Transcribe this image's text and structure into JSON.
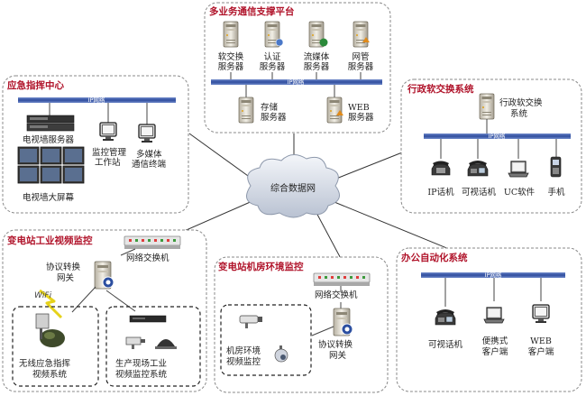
{
  "colors": {
    "title": "#b0132a",
    "bus": "#3a58a8",
    "cloud": "#d6dce6"
  },
  "center": {
    "label": "综合数据网"
  },
  "panels": {
    "platform": {
      "title": "多业务通信支撑平台",
      "bus": "IP网络",
      "servers": [
        {
          "line1": "软交换",
          "line2": "服务器",
          "icon": "server-icon"
        },
        {
          "line1": "认证",
          "line2": "服务器",
          "icon": "auth-server-icon"
        },
        {
          "line1": "流媒体",
          "line2": "服务器",
          "icon": "media-server-icon"
        },
        {
          "line1": "网管",
          "line2": "服务器",
          "icon": "nms-server-icon"
        },
        {
          "line1": "存储",
          "line2": "服务器",
          "icon": "storage-server-icon"
        },
        {
          "line1": "WEB",
          "line2": "服务器",
          "icon": "web-server-icon"
        }
      ]
    },
    "emergency": {
      "title": "应急指挥中心",
      "bus": "IP网络",
      "tvwall_server": "电视墙服务器",
      "tvwall_screen": "电视墙大屏幕",
      "monitor_ws": {
        "line1": "监控管理",
        "line2": "工作站"
      },
      "mm_terminal": {
        "line1": "多媒体",
        "line2": "通信终端"
      }
    },
    "admin": {
      "title": "行政软交换系统",
      "bus": "IP网络",
      "server": {
        "line1": "行政软交换",
        "line2": "系统"
      },
      "devices": [
        "IP话机",
        "可视话机",
        "UC软件",
        "手机"
      ]
    },
    "substation_video": {
      "title": "变电站工业视频监控",
      "switch": "网络交换机",
      "gateway": {
        "line1": "协议转换",
        "line2": "网关"
      },
      "wifi": "WiFi",
      "wireless": {
        "line1": "无线应急指挥",
        "line2": "视频系统"
      },
      "onsite": {
        "line1": "生产现场工业",
        "line2": "视频监控系统"
      }
    },
    "substation_env": {
      "title": "变电站机房环境监控",
      "switch": "网络交换机",
      "gateway": {
        "line1": "协议转换",
        "line2": "网关"
      },
      "room": {
        "line1": "机房环境",
        "line2": "视频监控"
      }
    },
    "office": {
      "title": "办公自动化系统",
      "bus": "IP网络",
      "devices": [
        {
          "line1": "可视话机",
          "line2": ""
        },
        {
          "line1": "便携式",
          "line2": "客户端"
        },
        {
          "line1": "WEB",
          "line2": "客户端"
        }
      ]
    }
  }
}
